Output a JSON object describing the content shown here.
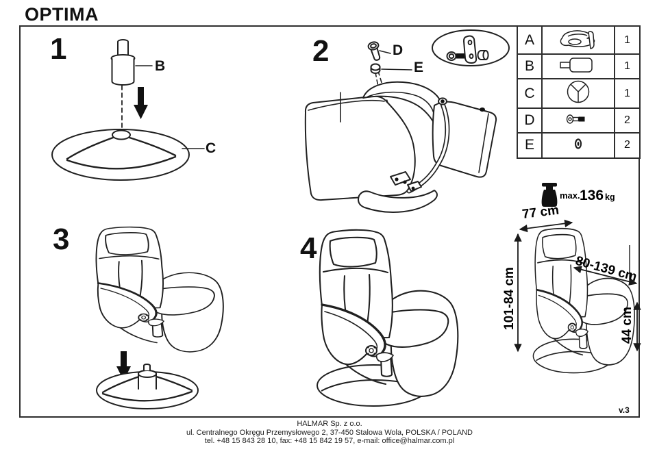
{
  "title": "OPTIMA",
  "version": "v.3",
  "steps": {
    "one": "1",
    "two": "2",
    "three": "3",
    "four": "4"
  },
  "part_labels": {
    "b": "B",
    "c": "C",
    "d": "D",
    "e": "E"
  },
  "parts_table": {
    "rows": [
      {
        "letter": "A",
        "icon": "recliner-mechanism-icon",
        "qty": "1"
      },
      {
        "letter": "B",
        "icon": "gas-lift-cylinder-icon",
        "qty": "1"
      },
      {
        "letter": "C",
        "icon": "round-base-icon",
        "qty": "1"
      },
      {
        "letter": "D",
        "icon": "screw-icon",
        "qty": "2"
      },
      {
        "letter": "E",
        "icon": "spacer-washer-icon",
        "qty": "2"
      }
    ]
  },
  "dimensions": {
    "width": "77 cm",
    "height": "101-84 cm",
    "depth": "80-139 cm",
    "seat_height": "44 cm",
    "max_load_prefix": "max.",
    "max_load_value": "136",
    "max_load_unit": "kg"
  },
  "footer": {
    "company": "HALMAR Sp. z o.o.",
    "address": "ul. Centralnego Okręgu Przemysłowego 2, 37-450 Stalowa Wola, POLSKA / POLAND",
    "contact": "tel. +48 15 843 28 10, fax: +48 15 842 19 57, e-mail: office@halmar.com.pl"
  }
}
